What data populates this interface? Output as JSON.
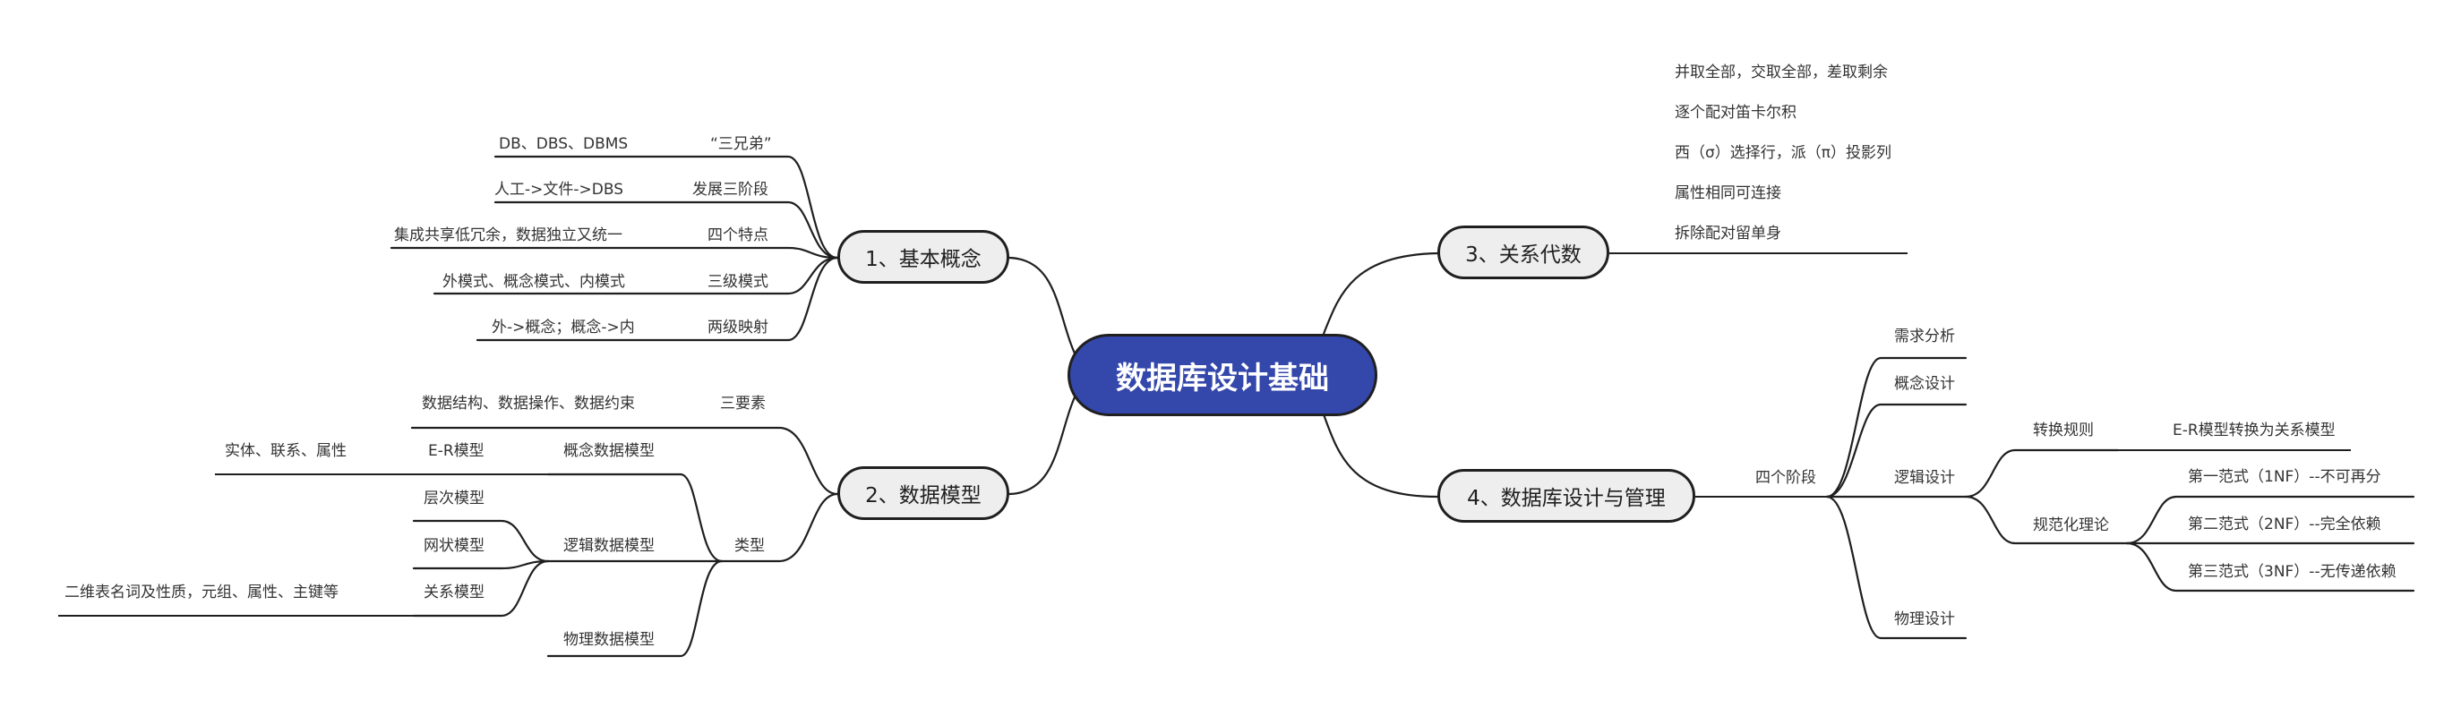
{
  "center": {
    "label": "数据库设计基础",
    "color": "#3447aa"
  },
  "branches": {
    "b1": {
      "label": "1、基本概念",
      "items": [
        {
          "key": "“三兄弟”",
          "value": "DB、DBS、DBMS"
        },
        {
          "key": "发展三阶段",
          "value": "人工->文件->DBS"
        },
        {
          "key": "四个特点",
          "value": "集成共享低冗余，数据独立又统一"
        },
        {
          "key": "三级模式",
          "value": "外模式、概念模式、内模式"
        },
        {
          "key": "两级映射",
          "value": "外->概念；概念->内"
        }
      ]
    },
    "b2": {
      "label": "2、数据模型",
      "three_elements": {
        "key": "三要素",
        "value": "数据结构、数据操作、数据约束"
      },
      "types": {
        "label": "类型",
        "conceptual": {
          "label": "概念数据模型",
          "er": "E-R模型",
          "er_desc": "实体、联系、属性"
        },
        "logical": {
          "label": "逻辑数据模型",
          "hier": "层次模型",
          "net": "网状模型",
          "rel": "关系模型",
          "rel_desc": "二维表名词及性质，元组、属性、主键等"
        },
        "physical": {
          "label": "物理数据模型"
        }
      }
    },
    "b3": {
      "label": "3、关系代数",
      "items": [
        "并取全部，交取全部，差取剩余",
        "逐个配对笛卡尔积",
        "西（σ）选择行，派（π）投影列",
        "属性相同可连接",
        "拆除配对留单身"
      ]
    },
    "b4": {
      "label": "4、数据库设计与管理",
      "stages": {
        "label": "四个阶段",
        "req": "需求分析",
        "concept": "概念设计",
        "logic": {
          "label": "逻辑设计",
          "convert": {
            "label": "转换规则",
            "desc": "E-R模型转换为关系模型"
          },
          "normal": {
            "label": "规范化理论",
            "forms": [
              "第一范式（1NF）--不可再分",
              "第二范式（2NF）--完全依赖",
              "第三范式（3NF）--无传递依赖"
            ]
          }
        },
        "phys": "物理设计"
      }
    }
  }
}
